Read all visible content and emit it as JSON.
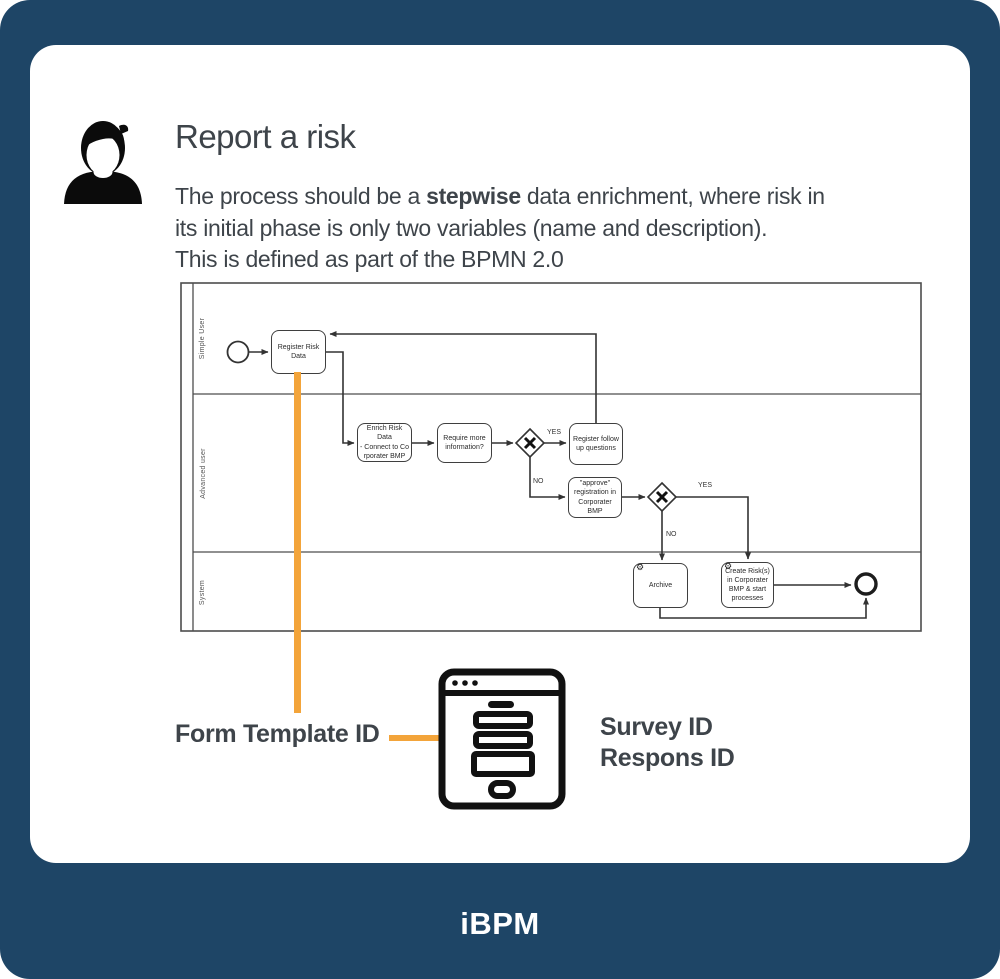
{
  "header": {
    "title": "Report a risk",
    "description": {
      "line1_pre": "The process should be a ",
      "line1_bold": "stepwise",
      "line1_post": " data enrichment, where risk in",
      "line2": "its initial phase is only two variables (name and description).",
      "line3": "This is defined as part of the BPMN 2.0"
    }
  },
  "diagram": {
    "lanes": [
      "Simple User",
      "Advanced user",
      "System"
    ],
    "tasks": {
      "register": "Register Risk\nData",
      "enrich": "Enrich Risk\nData\n- Connect to Co\nrporater BMP",
      "require_more": "Require more\ninformation?",
      "follow_up": "Register follow\nup questions",
      "approve": "\"approve\"\nregistration in\nCorporater BMP",
      "archive": "Archive",
      "create_risk": "Create Risk(s)\nin Corporater\nBMP & start\nprocesses"
    },
    "labels": {
      "gw1_yes": "YES",
      "gw1_no": "NO",
      "gw2_yes": "YES",
      "gw2_no": "NO"
    }
  },
  "callouts": {
    "form_template": "Form Template ID",
    "survey_line1": "Survey ID",
    "survey_line2": "Respons ID"
  },
  "footer": {
    "brand": "iBPM"
  },
  "colors": {
    "background_blue": "#1e4566",
    "accent_orange": "#f3a43a",
    "text_dark": "#3e444a",
    "diagram_line": "#3c3c3c"
  }
}
